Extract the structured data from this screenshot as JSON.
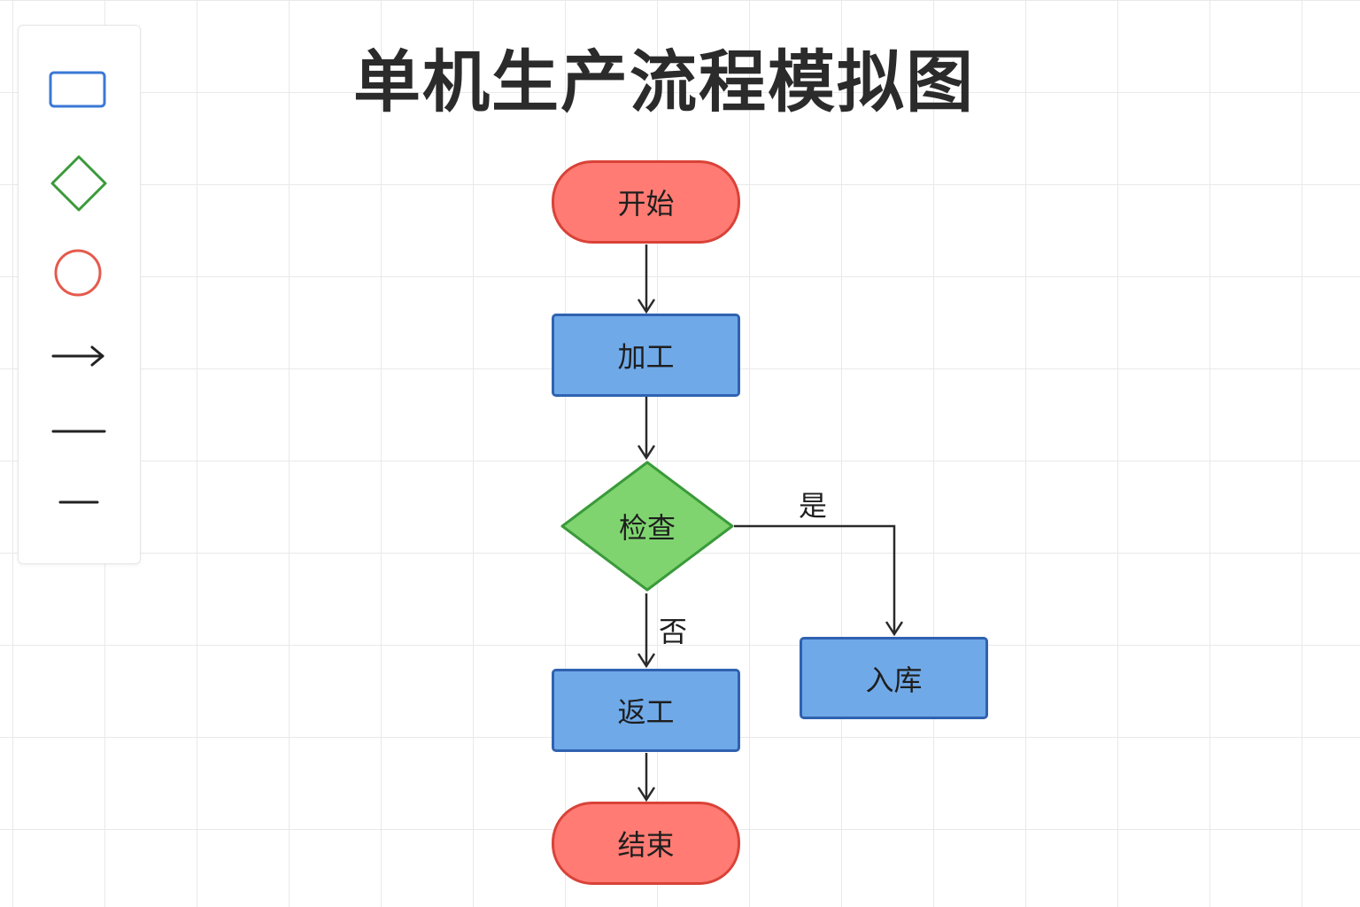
{
  "title": "单机生产流程模拟图",
  "palette": {
    "tools": [
      {
        "name": "rectangle-tool",
        "icon": "rectangle-icon",
        "color": "#3a78d6"
      },
      {
        "name": "diamond-tool",
        "icon": "diamond-icon",
        "color": "#3a9a3a"
      },
      {
        "name": "circle-tool",
        "icon": "circle-icon",
        "color": "#e55a4e"
      },
      {
        "name": "arrow-tool",
        "icon": "arrow-icon",
        "color": "#222222"
      },
      {
        "name": "line-tool",
        "icon": "line-icon",
        "color": "#222222"
      },
      {
        "name": "short-line-tool",
        "icon": "short-line-icon",
        "color": "#222222"
      }
    ]
  },
  "flowchart": {
    "nodes": {
      "start": "开始",
      "process": "加工",
      "check": "检查",
      "rework": "返工",
      "store": "入库",
      "end": "结束"
    },
    "edge_labels": {
      "yes": "是",
      "no": "否"
    }
  },
  "colors": {
    "terminal_fill": "#ff7b73",
    "terminal_stroke": "#d94238",
    "process_fill": "#6fa9e8",
    "process_stroke": "#2f62b0",
    "decision_fill": "#7fd470",
    "decision_stroke": "#3a9a3a"
  }
}
